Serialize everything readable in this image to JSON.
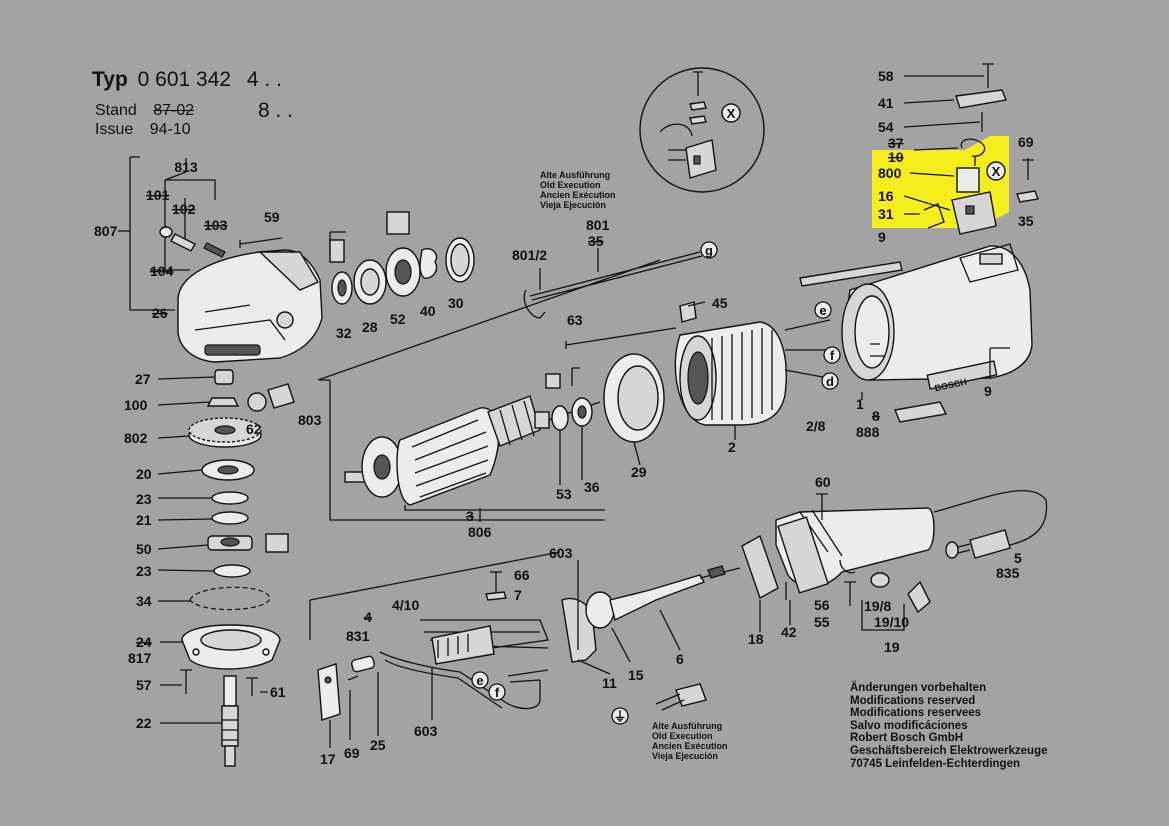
{
  "header": {
    "typ_label": "Typ",
    "typ_number": "0 601 342",
    "typ_suffix": "4 . .",
    "stand_label": "Stand",
    "stand_value": "87-02",
    "issue_label": "Issue",
    "issue_value": "94-10",
    "variant_suffix": "8 . ."
  },
  "old_execution_top": [
    "Alte Ausführung",
    "Old Execution",
    "Ancien Exécution",
    "Vieja Ejecución"
  ],
  "old_execution_bottom": [
    "Alte Ausführung",
    "Old Execution",
    "Ancien Exécution",
    "Vieja Ejecución"
  ],
  "footer_notes": [
    "Änderungen vorbehalten",
    "Modifications reserved",
    "Modifications reservees",
    "Salvo modificáciones",
    "Robert Bosch GmbH",
    "Geschäftsbereich Elektrowerkzeuge",
    "70745 Leinfelden-Echterdingen"
  ],
  "highlight_color": "#f5ee1c",
  "callouts": {
    "p813": "813",
    "p807": "807",
    "p101": "101",
    "p102": "102",
    "p103": "103",
    "p104": "104",
    "p26": "26",
    "p59": "59",
    "p32": "32",
    "p28": "28",
    "p52": "52",
    "p40": "40",
    "p30": "30",
    "p27": "27",
    "p100": "100",
    "p62": "62",
    "p803": "803",
    "p802": "802",
    "p20": "20",
    "p23a": "23",
    "p21": "21",
    "p50": "50",
    "p23b": "23",
    "p34": "34",
    "p24": "24",
    "p817": "817",
    "p57": "57",
    "p61": "61",
    "p22": "22",
    "p801a": "801",
    "p35b": "35",
    "p8012": "801/2",
    "p45": "45",
    "p63": "63",
    "p53": "53",
    "p36": "36",
    "p29": "29",
    "p2": "2",
    "p3": "3",
    "p806": "806",
    "p58": "58",
    "p41": "41",
    "p54": "54",
    "p37": "37",
    "p10": "10",
    "p800": "800",
    "p16": "16",
    "p31": "31",
    "p69top": "69",
    "p35": "35",
    "p9a": "9",
    "p9b": "9",
    "p1": "1",
    "p28slash": "2/8",
    "p8": "8",
    "p888": "888",
    "p60": "60",
    "p5": "5",
    "p835": "835",
    "p603a": "603",
    "p66": "66",
    "p7": "7",
    "p410": "4/10",
    "p4": "4",
    "p831": "831",
    "p56": "56",
    "p55": "55",
    "p198": "19/8",
    "p1910": "19/10",
    "p19": "19",
    "p18": "18",
    "p42": "42",
    "p15": "15",
    "p11": "11",
    "p6": "6",
    "p17": "17",
    "p69": "69",
    "p25": "25",
    "p603b": "603"
  },
  "markers": {
    "x": "X",
    "g": "g",
    "e": "e",
    "f": "f",
    "d": "d",
    "e2": "e",
    "f2": "f",
    "ground": "⏚"
  },
  "brand": "BOSCH"
}
